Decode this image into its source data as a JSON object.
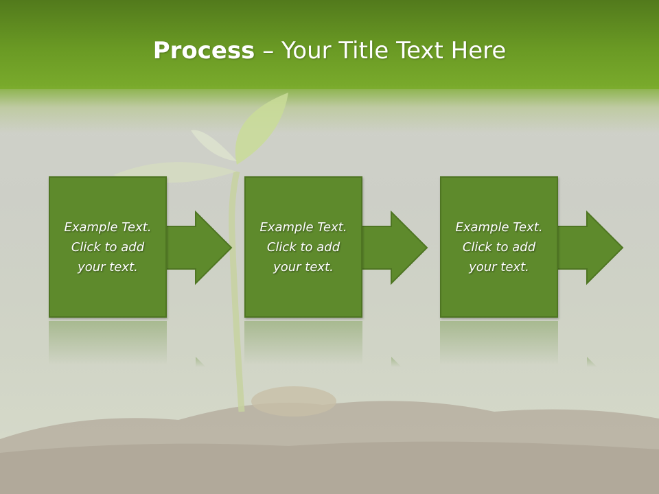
{
  "slide": {
    "title_bold": "Process",
    "title_rest": " – Your Title Text Here"
  },
  "colors": {
    "header_green": "#6a9a24",
    "box_fill": "#5e8a2c",
    "box_border": "#4e7522",
    "text": "#ffffff"
  },
  "steps": [
    {
      "text": "Example Text.\nClick  to add\nyour text."
    },
    {
      "text": "Example Text.\nClick  to add\nyour text."
    },
    {
      "text": "Example Text.\nClick  to add\nyour text."
    }
  ]
}
